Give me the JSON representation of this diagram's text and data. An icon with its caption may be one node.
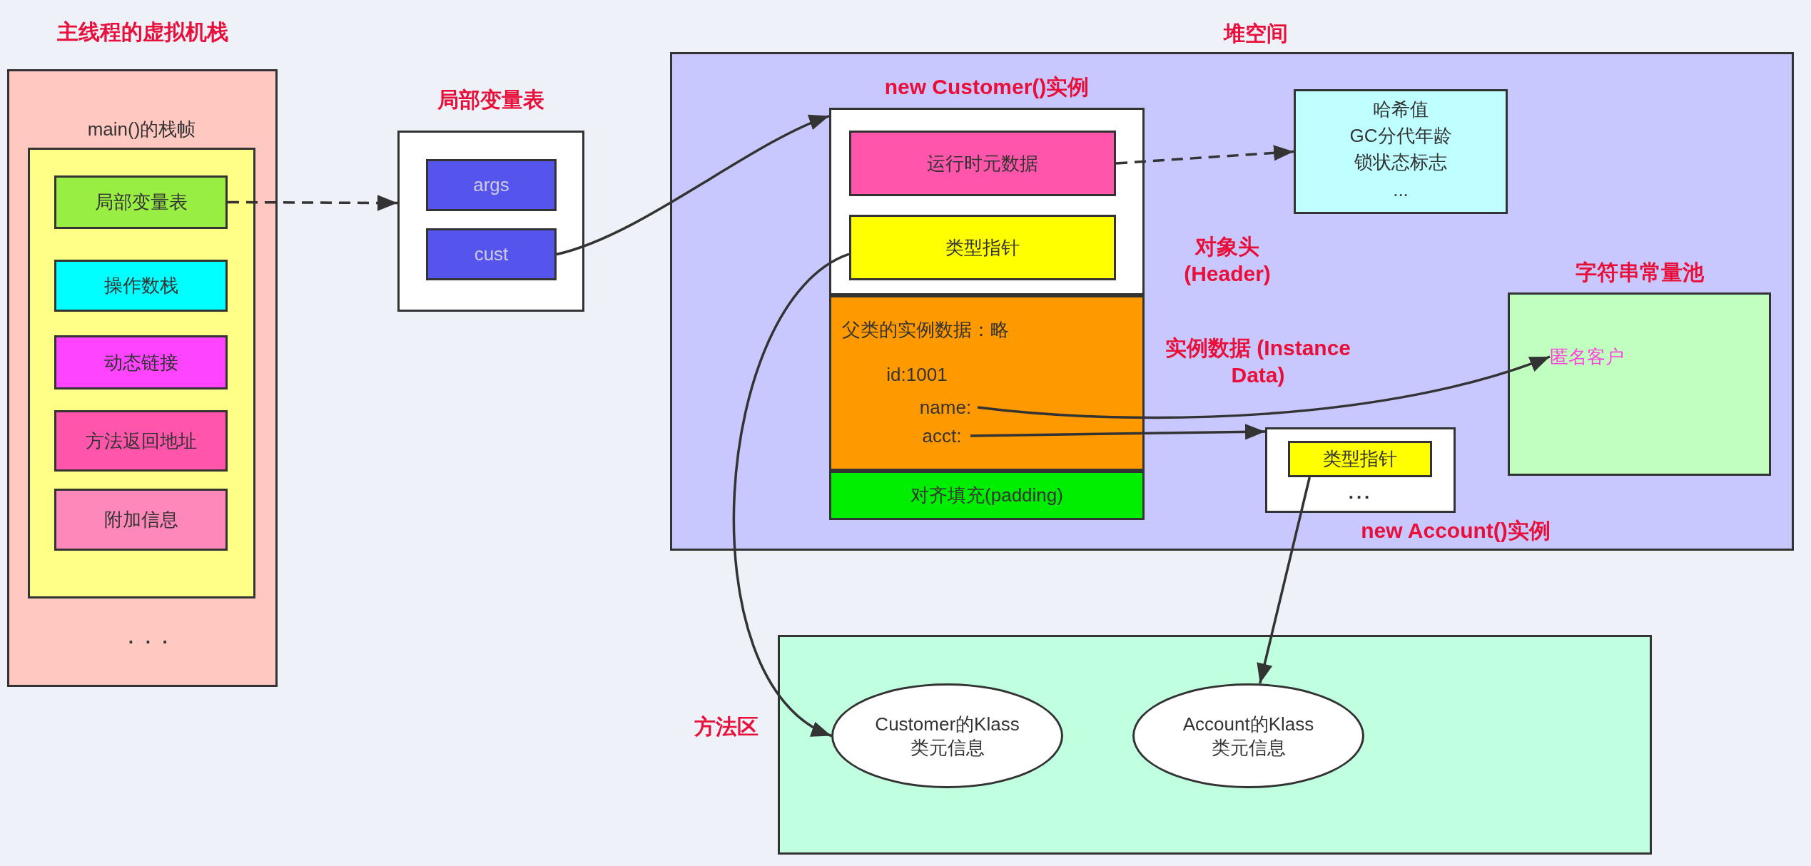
{
  "diagram": {
    "nodes": [
      {
        "text": [
          "主线程的虚拟机栈",
          "· · ·"
        ]
      },
      {
        "text": [
          "main()的栈帧"
        ],
        "in": 0
      },
      {
        "text": [
          "局部变量表"
        ],
        "in": 1
      },
      {
        "text": [
          "操作数栈"
        ],
        "in": 1
      },
      {
        "text": [
          "动态链接"
        ],
        "in": 1
      },
      {
        "text": [
          "方法返回地址"
        ],
        "in": 1
      },
      {
        "text": [
          "附加信息"
        ],
        "in": 1
      },
      {
        "text": [
          "局部变量表"
        ]
      },
      {
        "text": [
          "args"
        ],
        "in": 7
      },
      {
        "text": [
          "cust"
        ],
        "in": 7
      },
      {
        "text": [
          "堆空间"
        ]
      },
      {
        "text": [
          "new Customer()实例"
        ],
        "in": 10
      },
      {
        "text": [],
        "shape": "box",
        "in": 11,
        "beside": [
          "对象头 (Header)"
        ]
      },
      {
        "text": [
          "运行时元数据"
        ],
        "in": 12
      },
      {
        "text": [
          "类型指针"
        ],
        "in": 12
      },
      {
        "text": [
          "父类的实例数据：略",
          "id:1001"
        ],
        "in": 11,
        "beside": [
          "实例数据 (Instance Data)"
        ]
      },
      {
        "text": [
          "name:"
        ],
        "in": 15
      },
      {
        "text": [
          "acct:"
        ],
        "in": 15
      },
      {
        "text": [
          "对齐填充(padding)"
        ],
        "in": 11
      },
      {
        "text": [
          "哈希值",
          "GC分代年龄",
          "锁状态标志",
          "..."
        ],
        "in": 10
      },
      {
        "text": [
          "字符串常量池"
        ],
        "in": 10
      },
      {
        "text": [
          "匿名客户"
        ],
        "in": 20
      },
      {
        "text": [
          "...",
          "new Account()实例"
        ],
        "in": 10
      },
      {
        "text": [
          "类型指针"
        ],
        "in": 22
      },
      {
        "text": [
          "方法区"
        ]
      },
      {
        "text": [
          "Customer的Klass 类元信息"
        ],
        "in": 24
      },
      {
        "text": [
          "Account的Klass 类元信息"
        ],
        "in": 24
      }
    ],
    "edges": [
      {
        "from": 2,
        "to": 7,
        "arrow": "to",
        "style": "dashed"
      },
      {
        "from": 9,
        "to": 11,
        "arrow": "to"
      },
      {
        "from": 13,
        "to": 19,
        "arrow": "to",
        "style": "dashed"
      },
      {
        "from": 14,
        "to": 25,
        "arrow": "to"
      },
      {
        "from": 16,
        "to": 21,
        "arrow": "to"
      },
      {
        "from": 17,
        "to": 22,
        "arrow": "to"
      },
      {
        "from": 23,
        "to": 26,
        "arrow": "to"
      }
    ]
  }
}
